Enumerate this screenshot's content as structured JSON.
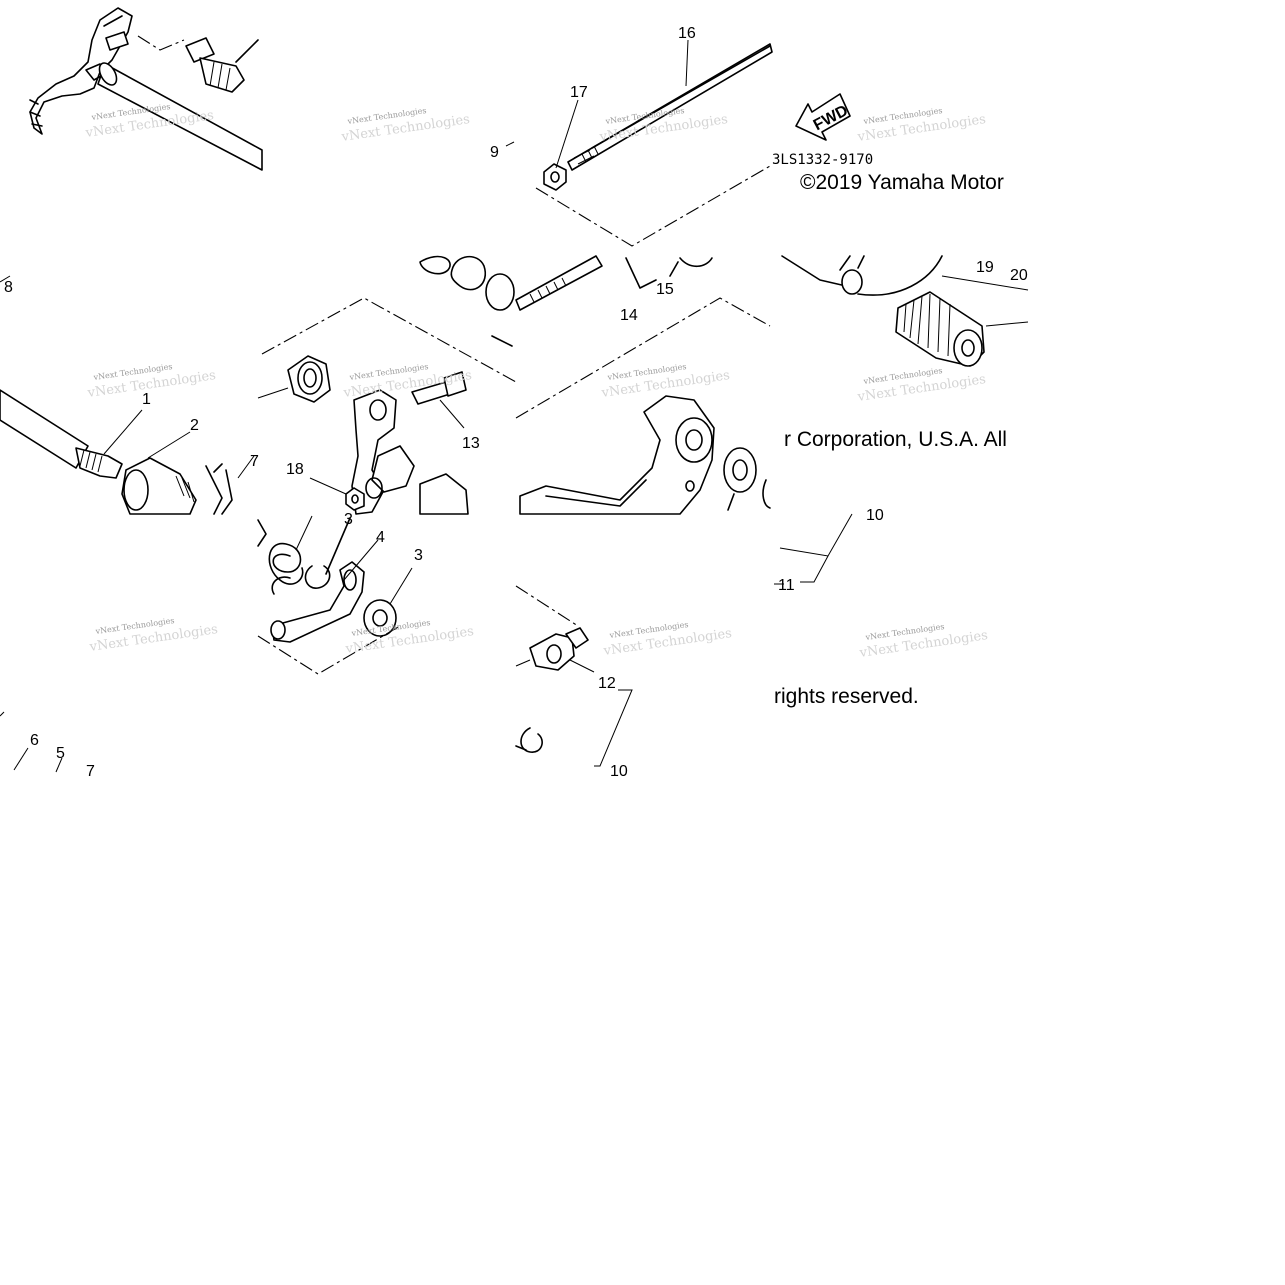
{
  "callouts": [
    {
      "id": "c16a",
      "text": "16"
    },
    {
      "id": "c17",
      "text": "17"
    },
    {
      "id": "c9",
      "text": "9"
    },
    {
      "id": "c8",
      "text": "8"
    },
    {
      "id": "c1",
      "text": "1"
    },
    {
      "id": "c2",
      "text": "2"
    },
    {
      "id": "c7a",
      "text": "7"
    },
    {
      "id": "c13",
      "text": "13"
    },
    {
      "id": "c18",
      "text": "18"
    },
    {
      "id": "c14",
      "text": "14"
    },
    {
      "id": "c15",
      "text": "15"
    },
    {
      "id": "c19",
      "text": "19"
    },
    {
      "id": "c20",
      "text": "20"
    },
    {
      "id": "c3a",
      "text": "3"
    },
    {
      "id": "c4",
      "text": "4"
    },
    {
      "id": "c3b",
      "text": "3"
    },
    {
      "id": "c12",
      "text": "12"
    },
    {
      "id": "c10a",
      "text": "10"
    },
    {
      "id": "c10b",
      "text": "10"
    },
    {
      "id": "c11",
      "text": "11"
    },
    {
      "id": "c6",
      "text": "6"
    },
    {
      "id": "c5",
      "text": "5"
    },
    {
      "id": "c7b",
      "text": "7"
    }
  ],
  "fwd_arrow_label": "FWD",
  "diagram_code": "3LS1332-9170",
  "copyright": {
    "line1": "©2019 Yamaha Motor",
    "line2": "r Corporation, U.S.A. All",
    "line3": "rights reserved."
  },
  "watermark": {
    "line1": "vNext Technologies",
    "line2": "vNext Technologies"
  }
}
